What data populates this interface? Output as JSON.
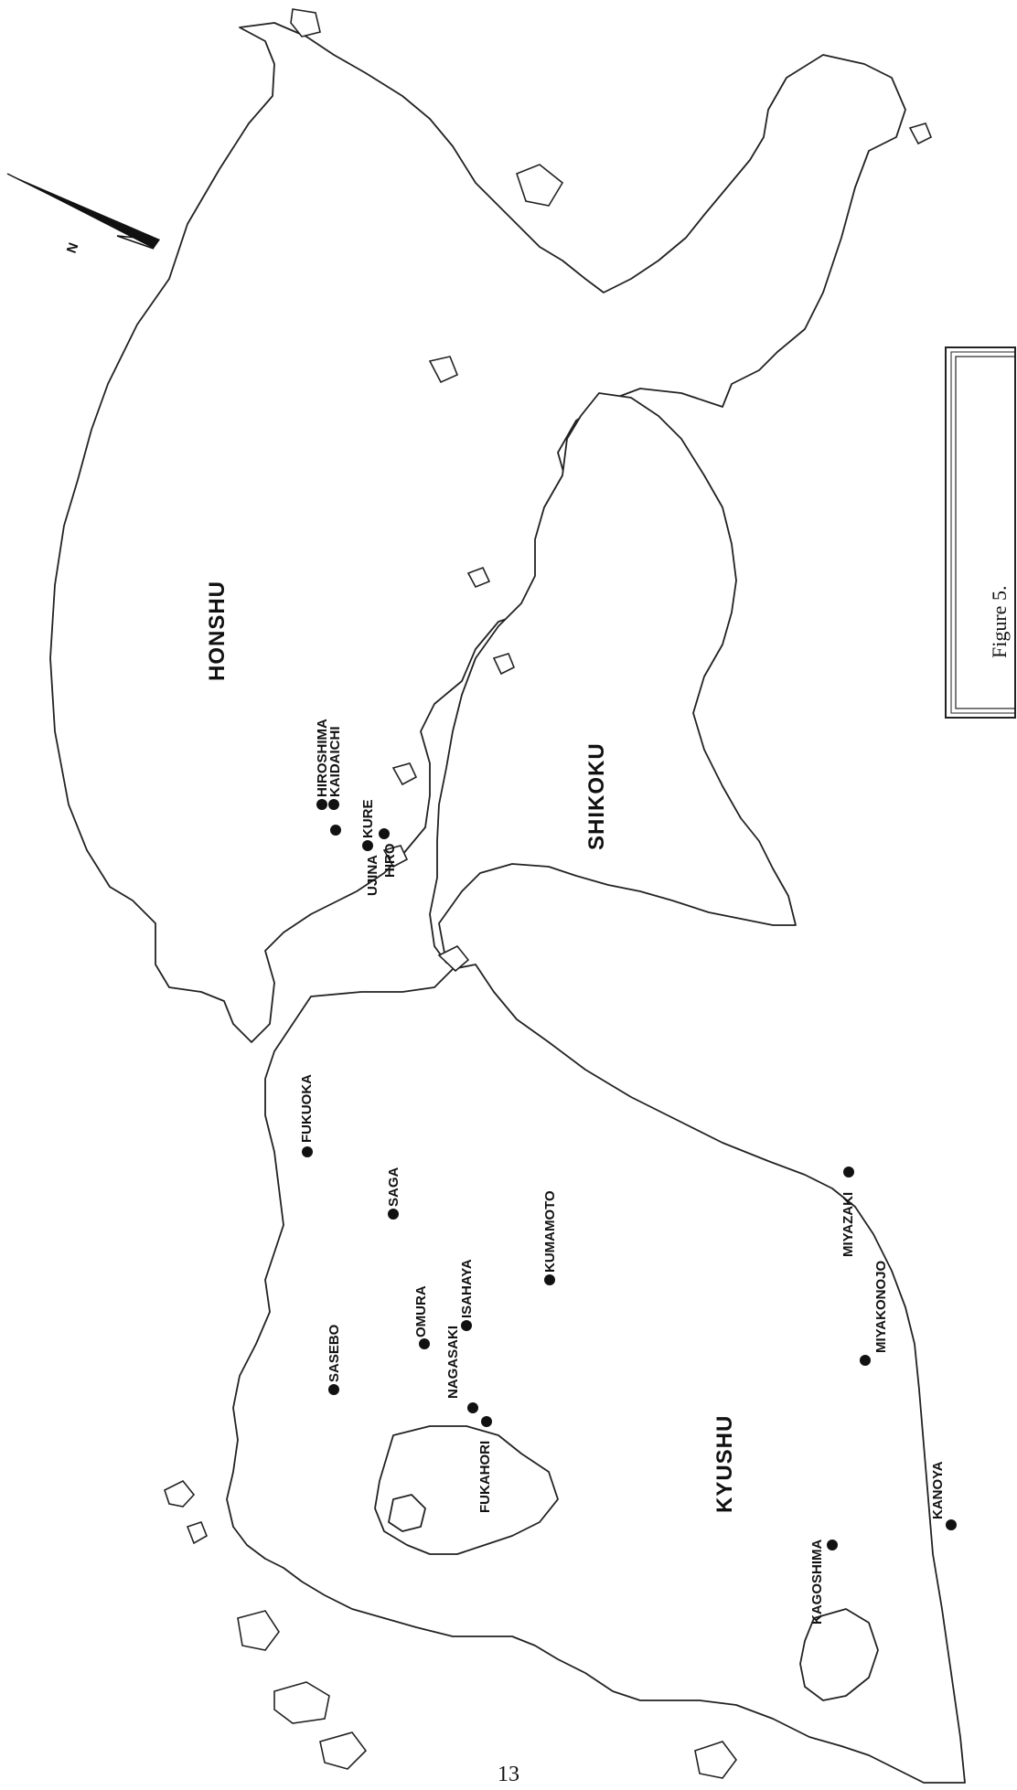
{
  "map": {
    "regions": [
      "HONSHU",
      "SHIKOKU",
      "KYUSHU"
    ],
    "cities": [
      "HIROSHIMA",
      "KAIDAICHI",
      "UJINA",
      "KURE",
      "HIRO",
      "FUKUOKA",
      "SAGA",
      "KUMAMOTO",
      "ISAHAYA",
      "OMURA",
      "NAGASAKI",
      "SASEBO",
      "FUKAHORI",
      "MIYAZAKI",
      "MIYAKONOJO",
      "KAGOSHIMA",
      "KANOYA"
    ],
    "north_arrow_label": "N"
  },
  "caption": {
    "figure_label": "Figure 5."
  },
  "footer": {
    "page_number": "13"
  }
}
